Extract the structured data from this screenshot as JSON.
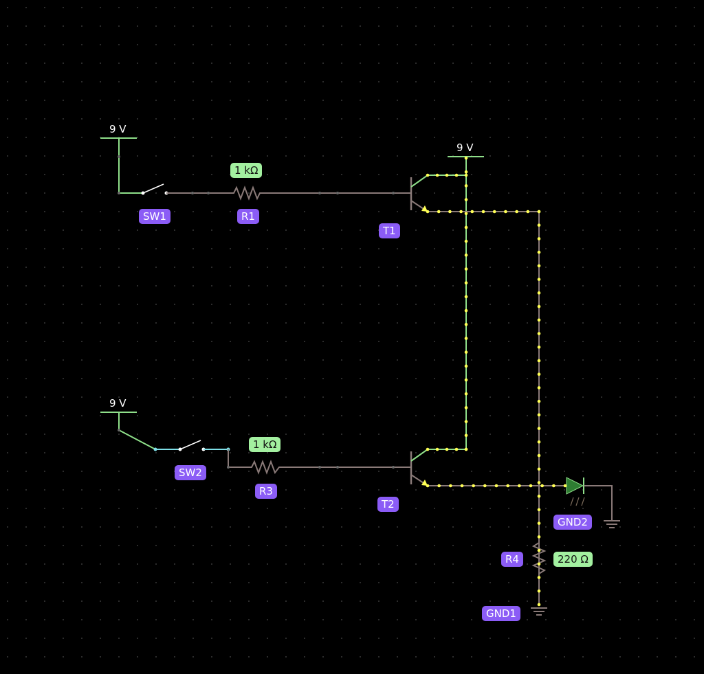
{
  "colors": {
    "background": "#000000",
    "grid_dot": "#3a3a3a",
    "wire_idle": "#8a7a78",
    "wire_live": "#8fe08a",
    "wire_switch": "#7fe0e8",
    "current_dot": "#ffff55",
    "label_purple": "#8b5cf6",
    "label_green": "#a3f0a0",
    "led": "#2e7d32"
  },
  "sources": {
    "v1": "9 V",
    "v2": "9 V",
    "v3": "9 V"
  },
  "labels": {
    "sw1": "SW1",
    "sw2": "SW2",
    "r1": "R1",
    "r1_value": "1 kΩ",
    "r3": "R3",
    "r3_value": "1 kΩ",
    "r4": "R4",
    "r4_value": "220 Ω",
    "t1": "T1",
    "t2": "T2",
    "gnd1": "GND1",
    "gnd2": "GND2"
  },
  "icons": {
    "switch": "switch-icon",
    "resistor": "resistor-icon",
    "transistor": "npn-transistor-icon",
    "led": "led-icon",
    "ground": "ground-icon"
  }
}
